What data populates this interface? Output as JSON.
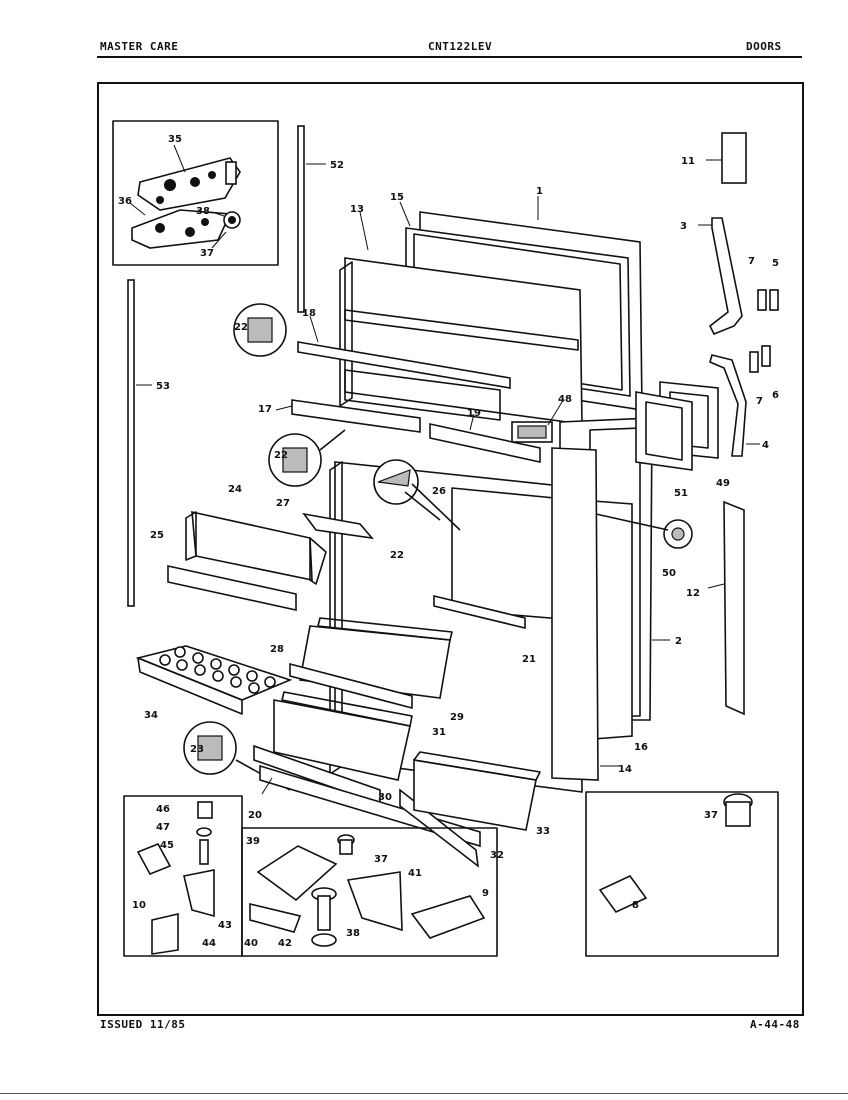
{
  "header": {
    "left": "MASTER CARE",
    "center": "CNT122LEV",
    "right": "DOORS"
  },
  "footer": {
    "issued": "ISSUED 11/85",
    "code": "A-44-48"
  },
  "labels": {
    "l1": "1",
    "l2": "2",
    "l3": "3",
    "l4": "4",
    "l5": "5",
    "l6": "6",
    "l7a": "7",
    "l7b": "7",
    "l8": "8",
    "l9": "9",
    "l10": "10",
    "l11": "11",
    "l12": "12",
    "l13": "13",
    "l14": "14",
    "l15": "15",
    "l16": "16",
    "l17": "17",
    "l18": "18",
    "l19": "19",
    "l20": "20",
    "l21": "21",
    "l22a": "22",
    "l22b": "22",
    "l22c": "22",
    "l23": "23",
    "l24": "24",
    "l25": "25",
    "l26": "26",
    "l27": "27",
    "l28": "28",
    "l29": "29",
    "l30": "30",
    "l31": "31",
    "l32": "32",
    "l33": "33",
    "l34": "34",
    "l35": "35",
    "l36": "36",
    "l37a": "37",
    "l37b": "37",
    "l37c": "37",
    "l38a": "38",
    "l38b": "38",
    "l39": "39",
    "l40": "40",
    "l41": "41",
    "l42": "42",
    "l43": "43",
    "l44": "44",
    "l45": "45",
    "l46": "46",
    "l47": "47",
    "l48": "48",
    "l49": "49",
    "l50": "50",
    "l51": "51",
    "l52": "52",
    "l53": "53"
  }
}
